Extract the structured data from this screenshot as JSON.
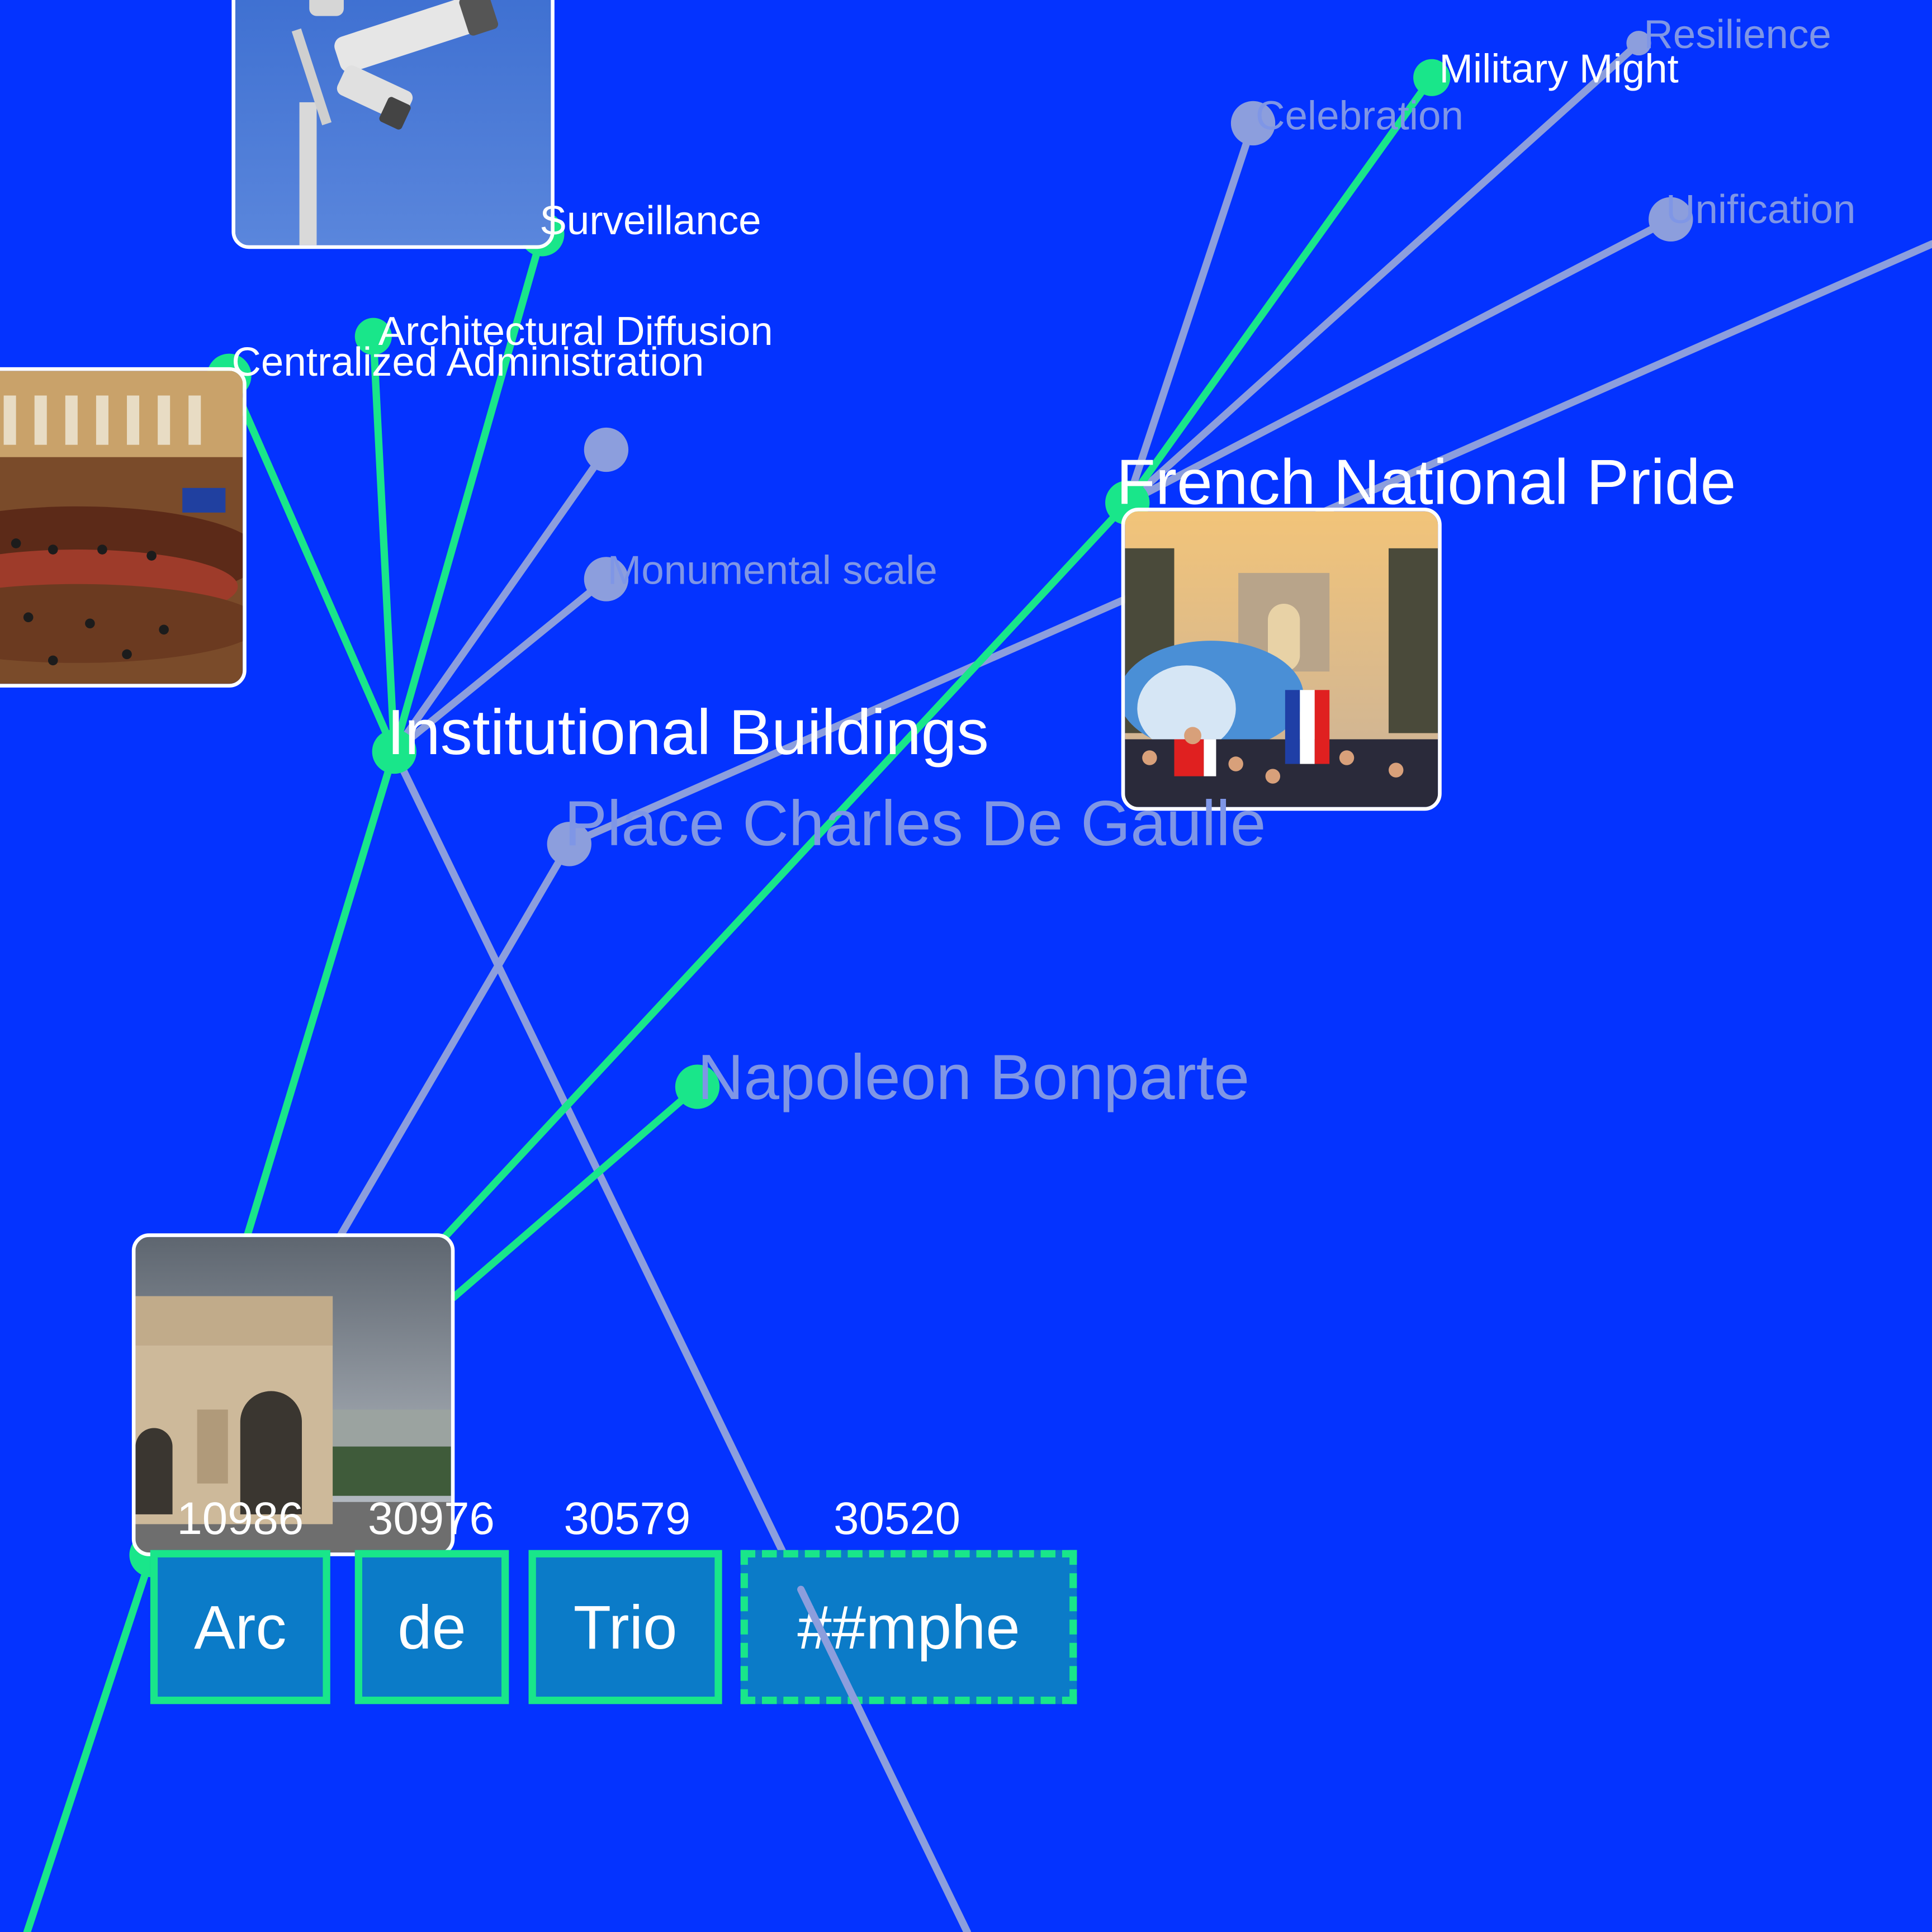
{
  "colors": {
    "background": "#0433ff",
    "active_edge": "#19e68a",
    "dim_edge": "#8c9edd",
    "text": "#ffffff",
    "dim_text": "#7f96e6"
  },
  "nodes": {
    "institutional_buildings": "Institutional Buildings",
    "french_national_pride": "French National Pride",
    "place_charles_de_gaulle": "Place Charles De Gaulle",
    "napoleon_bonparte": "Napoleon Bonparte",
    "surveillance": "Surveillance",
    "architectural_diffusion": "Architectural Diffusion",
    "centralized_administration": "Centralized Administration",
    "monumental_scale": "Monumental scale",
    "military_might": "Military Might",
    "resilience": "Resilience",
    "celebration": "Celebration",
    "unification": "Unification"
  },
  "tokens": [
    {
      "id": "10986",
      "text": "Arc"
    },
    {
      "id": "30976",
      "text": "de"
    },
    {
      "id": "30579",
      "text": "Trio"
    },
    {
      "id": "30520",
      "text": "##mphe"
    }
  ]
}
